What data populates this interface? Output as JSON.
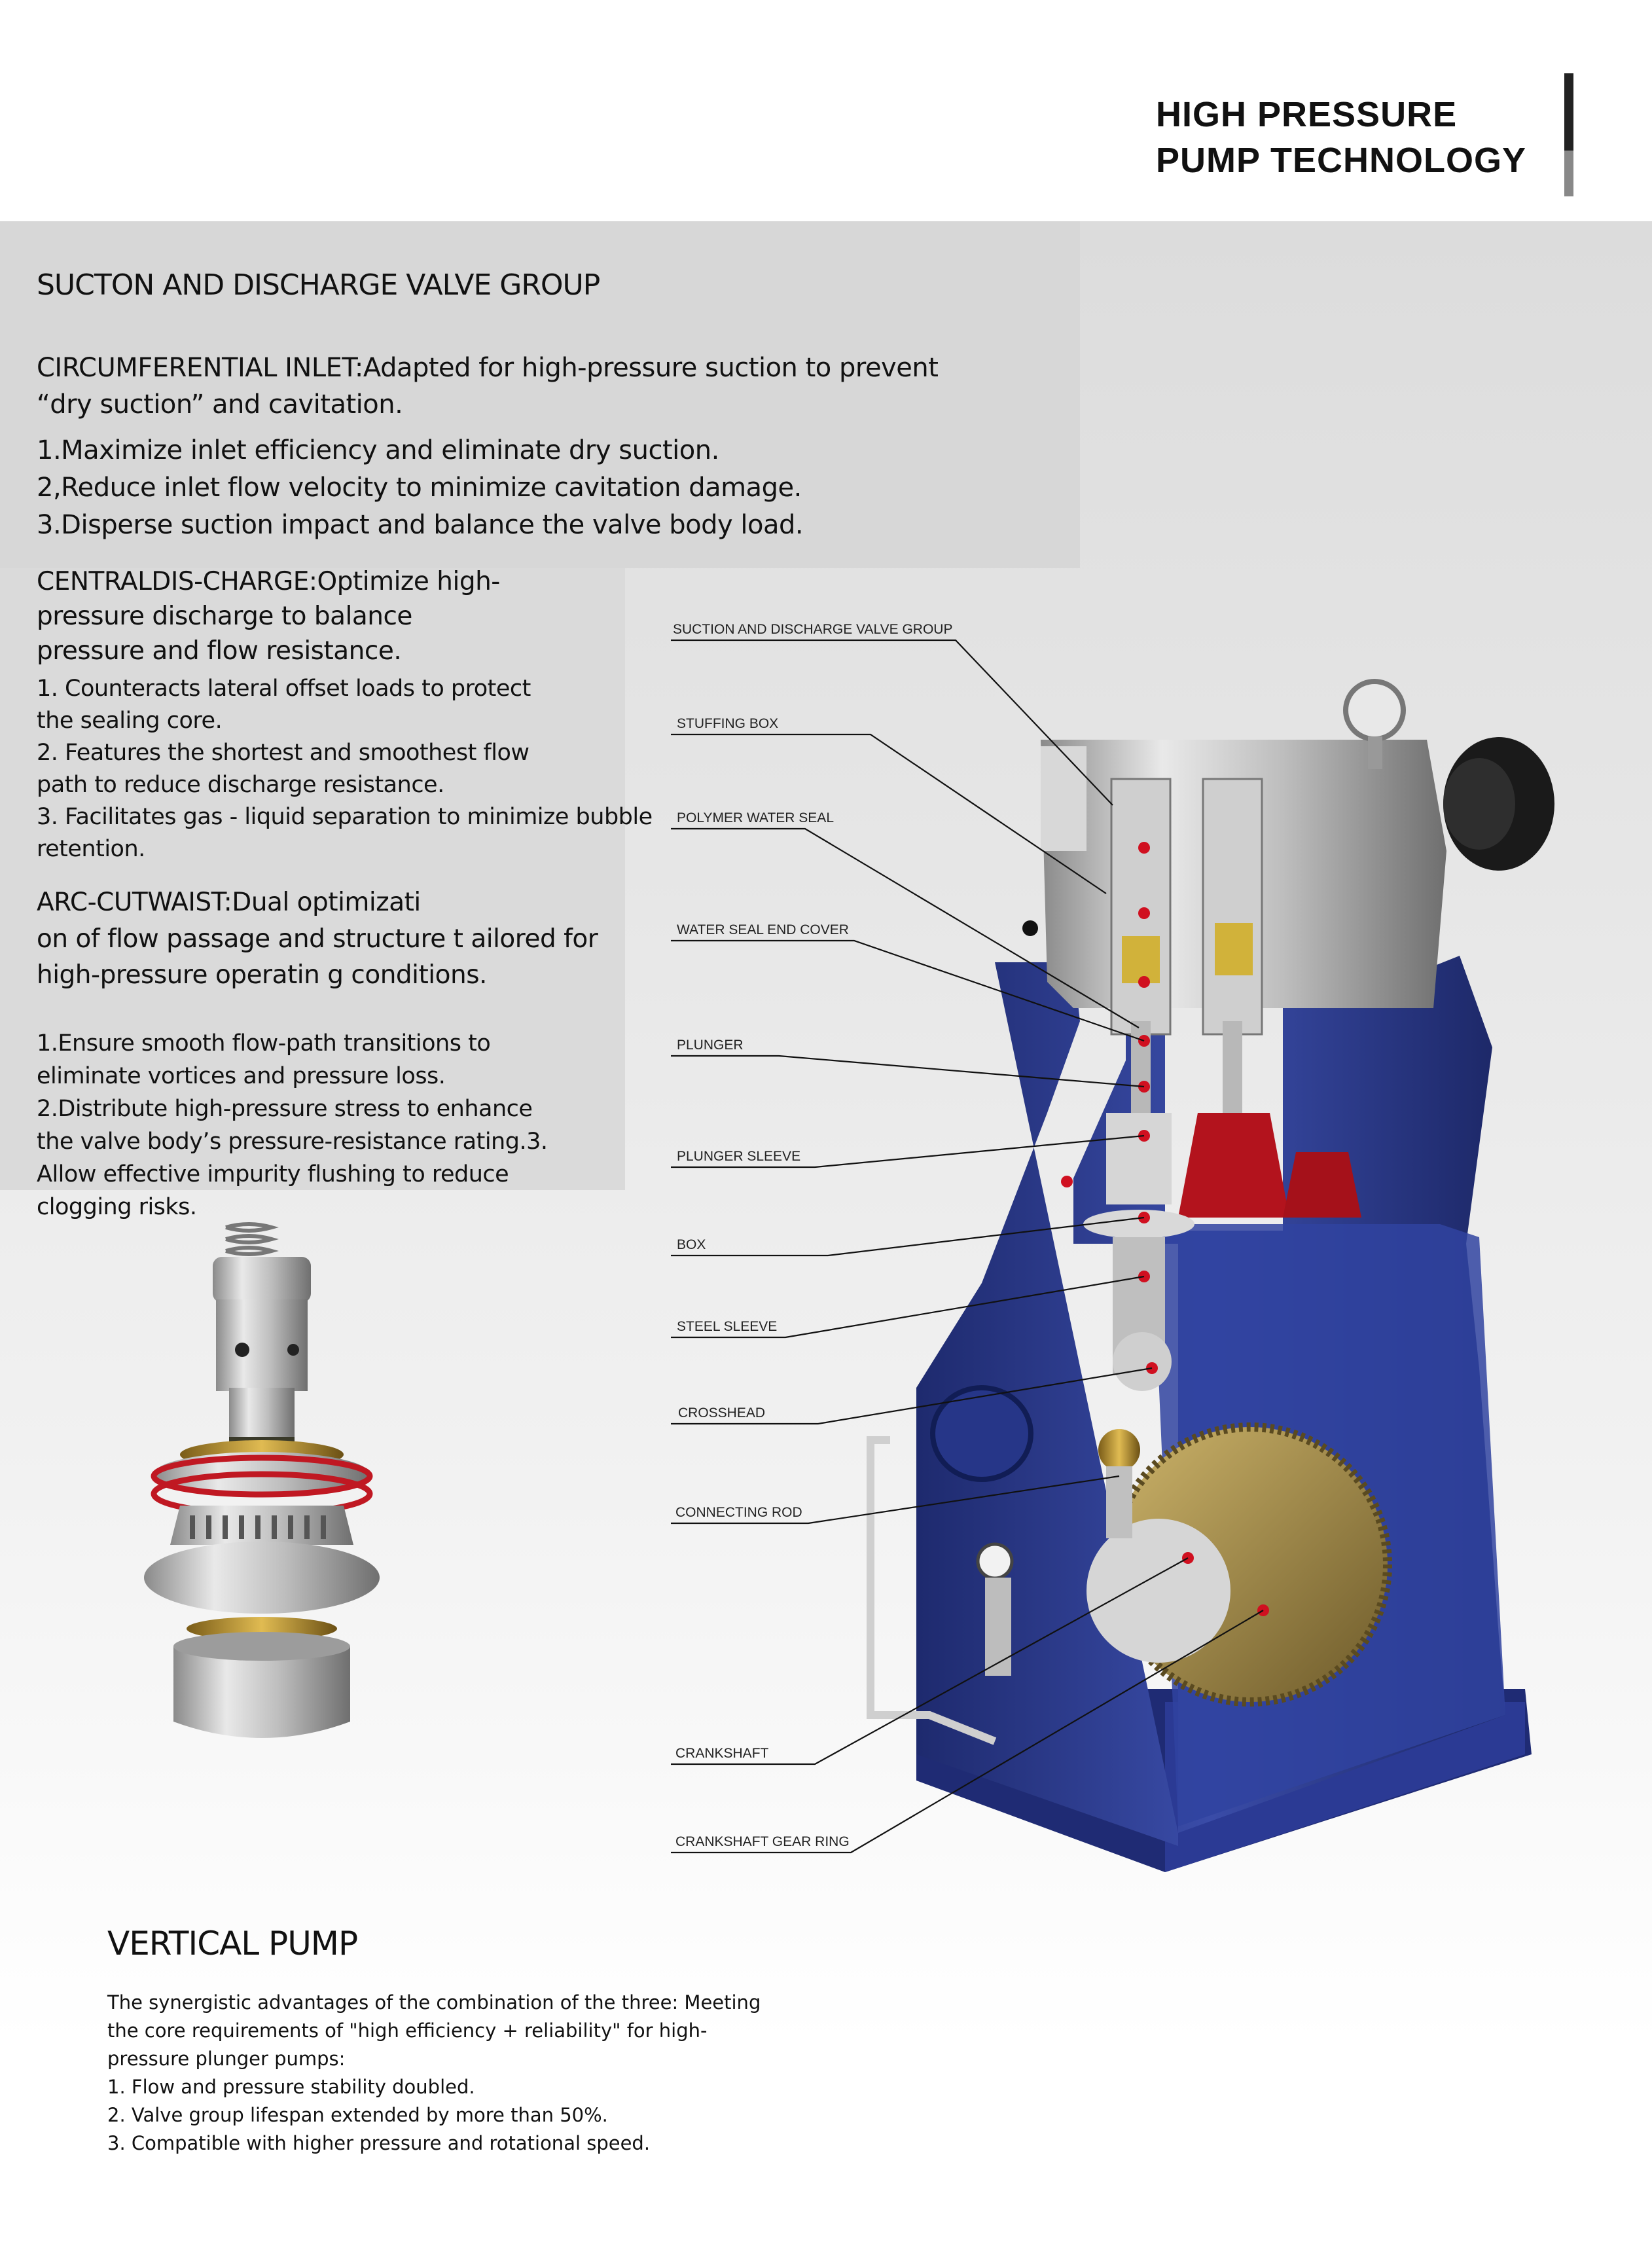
{
  "header": {
    "title_line1": "HIGH PRESSURE",
    "title_line2": "PUMP TECHNOLOGY"
  },
  "section": {
    "title": "SUCTON AND DISCHARGE VALVE GROUP",
    "circumferential": {
      "line1": "CIRCUMFERENTIAL INLET:Adapted for high-pressure suction to prevent",
      "line2": " “dry suction” and cavitation.",
      "points": [
        "1.Maximize inlet efficiency and eliminate dry suction.",
        "2,Reduce inlet flow velocity to minimize cavitation damage.",
        "3.Disperse suction impact and balance the valve body load."
      ]
    },
    "central": {
      "lines": [
        "CENTRALDIS-CHARGE:Optimize high-",
        "pressure discharge to balance",
        "pressure and flow resistance."
      ],
      "points": [
        "1. Counteracts lateral offset loads to protect",
        "the sealing core.",
        "2. Features the shortest and smoothest flow",
        "path to reduce discharge resistance.",
        "3. Facilitates gas - liquid separation to minimize bubble",
        " retention."
      ]
    },
    "arc": {
      "lines": [
        "ARC-CUTWAIST:Dual optimizati",
        "on of flow passage and structure t ailored for",
        "high-pressure operatin g conditions."
      ],
      "points": [
        "1.Ensure smooth flow-path transitions to",
        "eliminate vortices and pressure loss.",
        "2.Distribute high-pressure stress to enhance",
        "the valve body’s pressure-resistance rating.3.",
        "Allow effective impurity flushing to reduce",
        "clogging risks."
      ]
    }
  },
  "labels": [
    "SUCTION AND DISCHARGE VALVE GROUP",
    "STUFFING BOX",
    "POLYMER WATER SEAL",
    "WATER SEAL END COVER",
    "PLUNGER",
    "PLUNGER SLEEVE",
    "BOX",
    "STEEL SLEEVE",
    "CROSSHEAD",
    "CONNECTING ROD",
    "CRANKSHAFT",
    "CRANKSHAFT GEAR RING"
  ],
  "vertical": {
    "title": "VERTICAL PUMP",
    "lines": [
      "The synergistic advantages of the combination of the three: Meeting",
      "the core requirements of \"high efficiency + reliability\" for high-",
      "pressure plunger pumps:",
      "1. Flow and pressure stability doubled.",
      "2. Valve group lifespan extended by more than 50%.",
      "3. Compatible with higher pressure and rotational speed."
    ]
  },
  "colors": {
    "pump_body": "#2f3f94",
    "pump_body_dark": "#1e2a6e",
    "steel": "#c9c9c9",
    "seal_red": "#b3131d",
    "brass": "#c9a030",
    "marker_red": "#d01020"
  }
}
